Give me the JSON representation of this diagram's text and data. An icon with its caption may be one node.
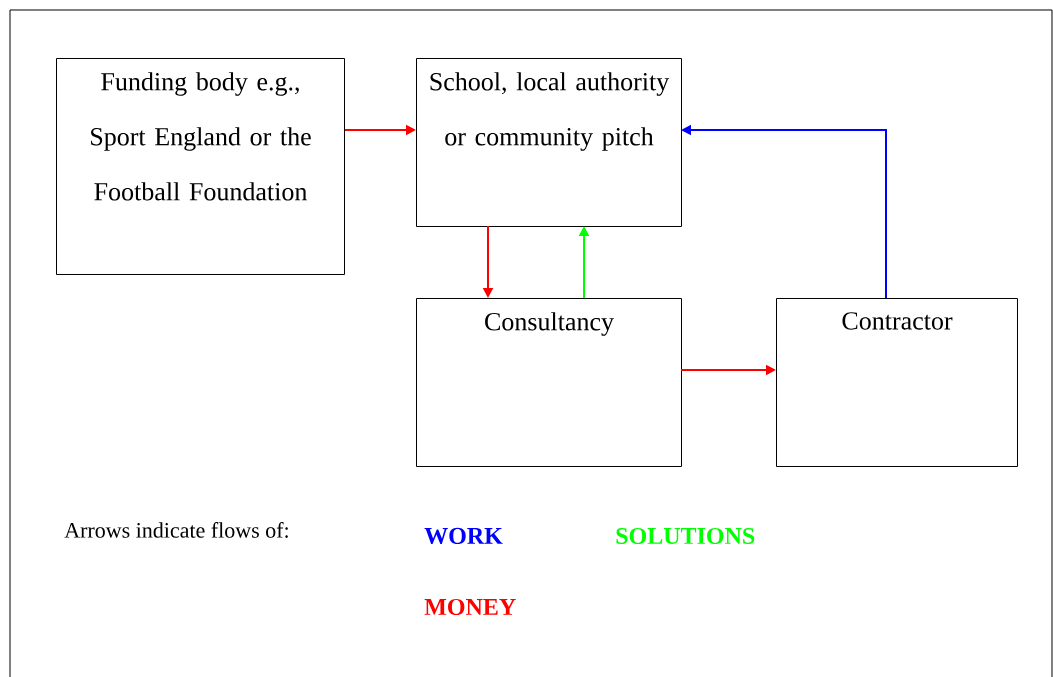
{
  "diagram": {
    "nodes": [
      {
        "text": [
          "Funding body e.g., Sport England or the Football Foundation"
        ]
      },
      {
        "text": [
          "School, local authority or community pitch"
        ]
      },
      {
        "text": [
          "Consultancy"
        ]
      },
      {
        "text": [
          "Contractor"
        ]
      }
    ],
    "edges": [
      {
        "from": 0,
        "to": 1,
        "arrow": "to"
      },
      {
        "from": 1,
        "to": 2,
        "arrow": "to"
      },
      {
        "from": 2,
        "to": 1,
        "arrow": "to",
        "color": "#00ff00"
      },
      {
        "from": 3,
        "to": 1,
        "arrow": "to",
        "color": "#0000ff"
      },
      {
        "from": 2,
        "to": 3,
        "arrow": "to"
      }
    ],
    "labels": [
      "Arrows indicate flows of:"
    ],
    "legend": [
      {
        "text": "WORK",
        "color": "#0000ff"
      },
      {
        "text": "SOLUTIONS",
        "color": "#00ff00"
      },
      {
        "text": "MONEY",
        "color": "#ff0000"
      }
    ]
  }
}
